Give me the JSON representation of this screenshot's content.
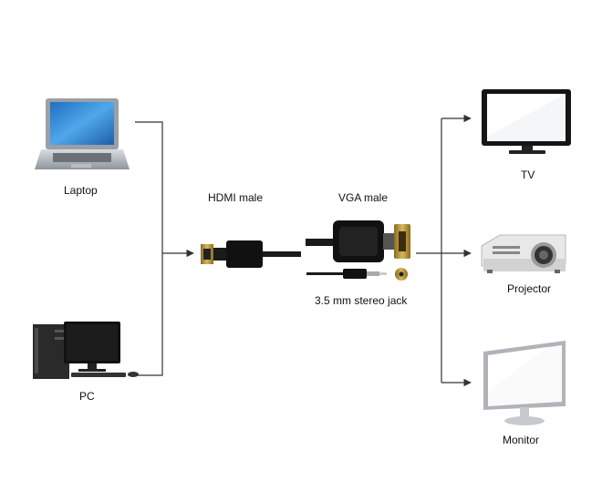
{
  "labels": {
    "laptop": "Laptop",
    "pc": "PC",
    "hdmi": "HDMI male",
    "vga": "VGA male",
    "jack": "3.5 mm stereo jack",
    "tv": "TV",
    "projector": "Projector",
    "monitor": "Monitor"
  },
  "colors": {
    "line": "#333333",
    "screen_blue": "#3a8fd6",
    "device_black": "#1a1a1a",
    "gold": "#b8963a"
  }
}
